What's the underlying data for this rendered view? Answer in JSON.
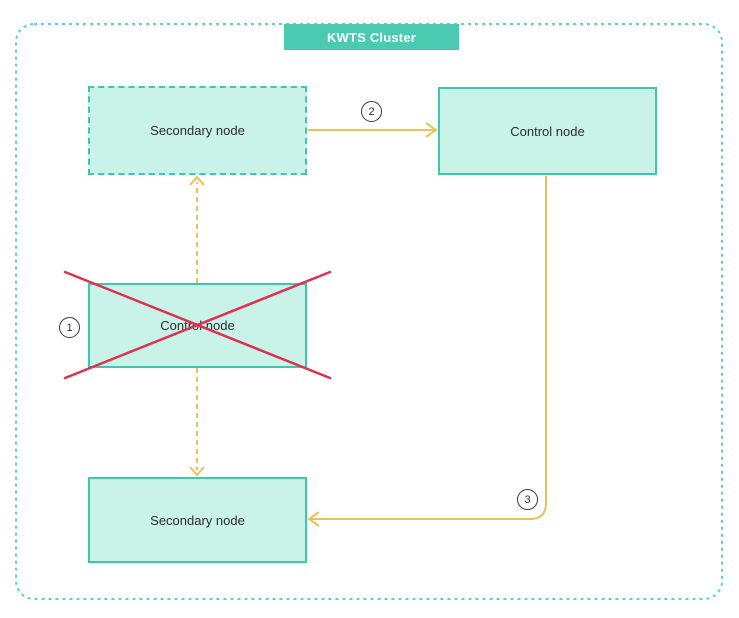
{
  "diagram": {
    "title": "KWTS Cluster",
    "nodes": {
      "secondary_top": {
        "label": "Secondary node",
        "border_style": "dashed"
      },
      "control_top": {
        "label": "Control node",
        "border_style": "solid"
      },
      "control_failed": {
        "label": "Control node",
        "border_style": "solid",
        "status": "crossed-out"
      },
      "secondary_bottom": {
        "label": "Secondary node",
        "border_style": "solid"
      }
    },
    "markers": {
      "step1": "1",
      "step2": "2",
      "step3": "3"
    },
    "colors": {
      "teal": "#41c6ad",
      "mint_fill": "#c9f2e9",
      "cluster_border": "#5ad4bd",
      "banner_bg": "#4acbb1",
      "banner_text": "#ffffff",
      "arrow_gold": "#ecc05a",
      "cross_red": "#e0304f",
      "label_text": "#2e2e2e",
      "marker_border": "#3a3a3a"
    }
  }
}
